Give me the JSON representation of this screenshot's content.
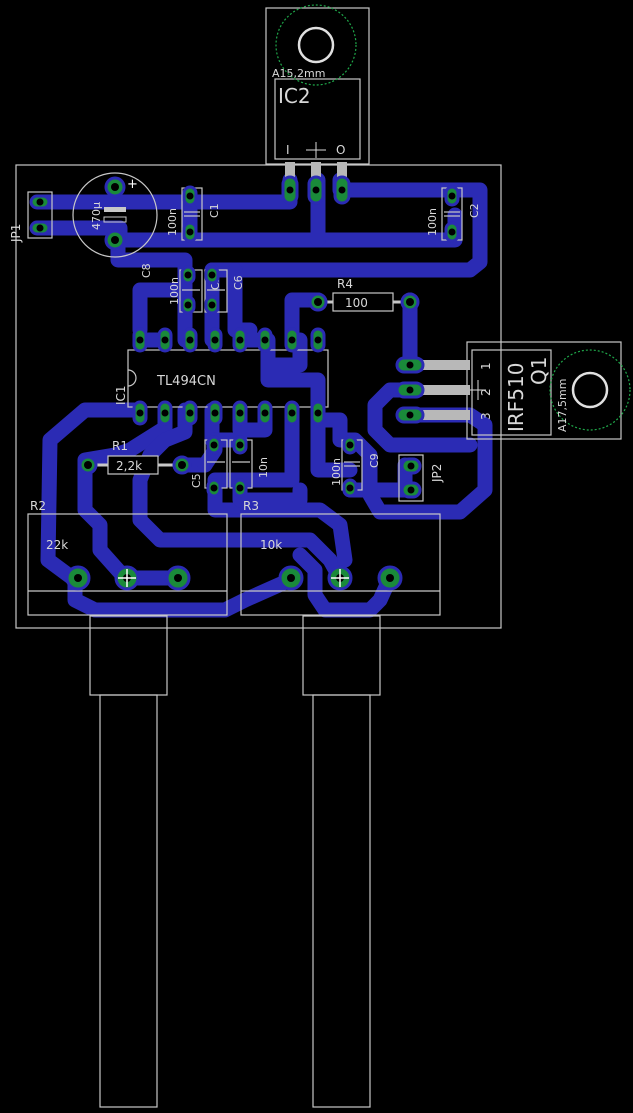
{
  "colors": {
    "background": "#000000",
    "outline": "#c8c8c8",
    "trace": "#2b2bb4",
    "pad": "#1a8a3a",
    "hole": "#000000",
    "silkscreen": "#d8d8d8",
    "mounting_hole": "#1fa84a"
  },
  "components": {
    "ic2": {
      "name": "IC2",
      "hole_label": "A15,2mm",
      "pin1": "I",
      "pin3": "O"
    },
    "q1": {
      "name": "Q1",
      "part": "IRF510",
      "hole_label": "A17,5mm",
      "pin1": "1",
      "pin2": "2",
      "pin3": "3"
    },
    "ic1": {
      "name": "IC1",
      "part": "TL494CN"
    },
    "jp1": {
      "name": "JP1"
    },
    "jp2": {
      "name": "JP2"
    },
    "c1": {
      "name": "C1",
      "value": "100n"
    },
    "c2": {
      "name": "C2",
      "value": "100n"
    },
    "c5": {
      "name": "C5"
    },
    "c6": {
      "name": "C6"
    },
    "c8": {
      "name": "C8",
      "value": "470µ"
    },
    "c9": {
      "name": "C9",
      "value": "100n"
    },
    "c_pair_top": {
      "value": "100n"
    },
    "c_10n": {
      "value": "10n"
    },
    "r1": {
      "name": "R1",
      "value": "2,2k"
    },
    "r2": {
      "name": "R2",
      "value": "22k"
    },
    "r3": {
      "name": "R3",
      "value": "10k"
    },
    "r4": {
      "name": "R4",
      "value": "100"
    }
  }
}
